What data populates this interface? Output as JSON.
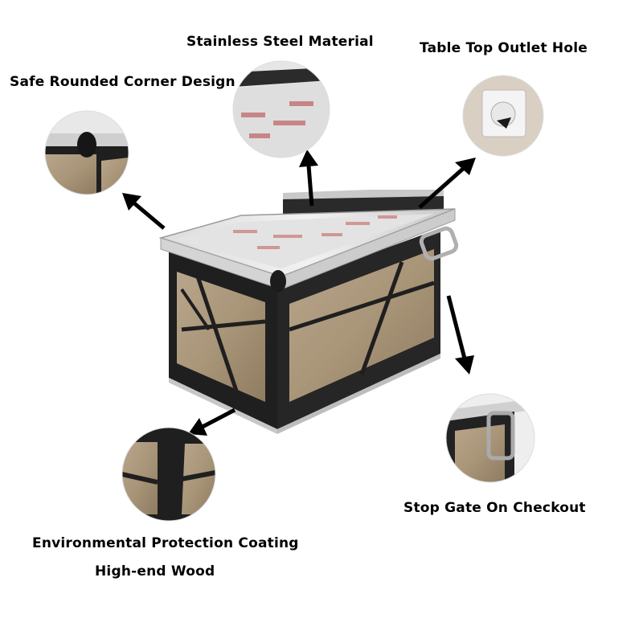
{
  "labels": {
    "stainless": "Stainless Steel Material",
    "outlet": "Table Top Outlet Hole",
    "corner": "Safe Rounded Corner Design",
    "stop_gate": "Stop Gate On Checkout",
    "environmental": "Environmental Protection Coating",
    "wood": "High-end Wood"
  }
}
